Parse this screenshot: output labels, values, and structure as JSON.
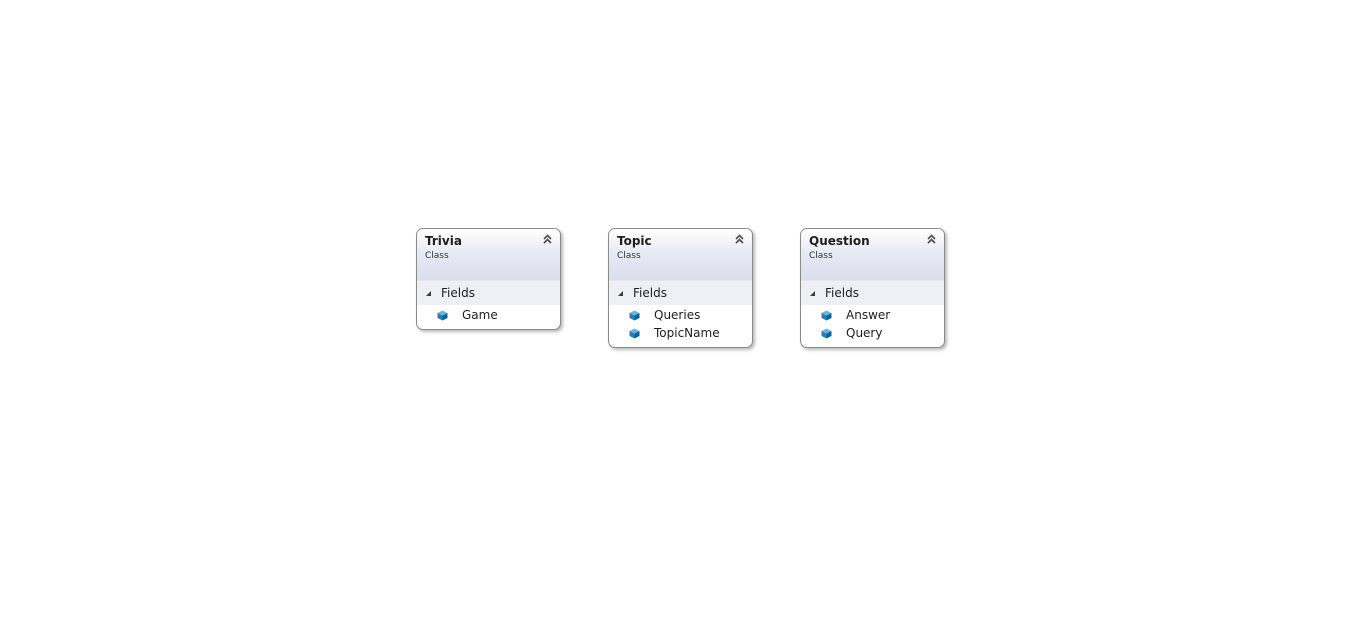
{
  "diagram": {
    "classes": [
      {
        "name": "Trivia",
        "kind": "Class",
        "section": "Fields",
        "fields": [
          "Game"
        ]
      },
      {
        "name": "Topic",
        "kind": "Class",
        "section": "Fields",
        "fields": [
          "Queries",
          "TopicName"
        ]
      },
      {
        "name": "Question",
        "kind": "Class",
        "section": "Fields",
        "fields": [
          "Answer",
          "Query"
        ]
      }
    ]
  },
  "colors": {
    "header_gradient_end": "#dadeed",
    "section_background": "#eef0f6",
    "border": "#8a8a8a",
    "field_icon": "#1c84c6"
  },
  "icons": {
    "collapse": "double-chevron-up-icon",
    "section_toggle": "triangle-expanded-icon",
    "field": "field-cube-icon"
  }
}
